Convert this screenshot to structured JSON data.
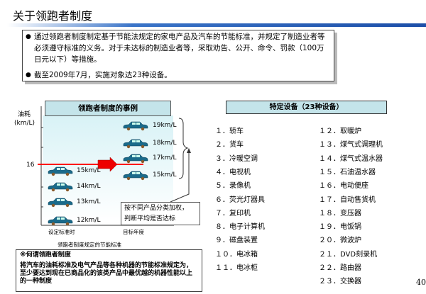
{
  "title": "关于领跑者制度",
  "summary": {
    "bullets": [
      "通过领跑者制度制定基于节能法规定的家电产品及汽车的节能标准，并规定了制造业者等必须遵守标准的义务。对于未达标的制造业者等，采取劝告、公开、命令、罚款（100万日元以下）等措施。",
      "截至2009年7月，实施对象达23种设备。"
    ]
  },
  "example": {
    "title": "领跑者制度的事例",
    "y_label": "油耗",
    "y_unit": "(km/L)",
    "standard_value": "16",
    "before_cars": [
      "15km/L",
      "14km/L",
      "13km/L",
      "12km/L"
    ],
    "target_cars": [
      "19km/L",
      "18km/L",
      "17km/L",
      "15km/L"
    ],
    "callout": [
      "按不同产品分类加权，",
      "判断平均是否达标"
    ],
    "x_labels": [
      "设定标准时",
      "目标年度"
    ],
    "caption": "领跑者制度规定的节能标准",
    "colors": {
      "line": "#ff0000",
      "car": "#1a6a8a"
    }
  },
  "definition": {
    "title": "※何谓领跑者制度",
    "text": "将汽车的油耗标准及电气产品等各种机器的节能标准规定为，至少要达到现在已商品化的该类产品中最优越的机器性能以上的一种制度"
  },
  "equipment": {
    "title": "特定设备（23种设备）",
    "left": [
      "１．轿车",
      "２．货车",
      "３．冷暖空调",
      "４．电视机",
      "５．录像机",
      "６．荧光灯器具",
      "７．复印机",
      "８．电子计算机",
      "９．磁盘装置",
      "１０．电冰箱",
      "１１．电冰柜"
    ],
    "right": [
      "１２．取暖炉",
      "１３．煤气式调理机",
      "１４．煤气式温水器",
      "１５．石油温水器",
      "１６．电动便座",
      "１７．自动售货机",
      "１８．变压器",
      "１９．电饭锅",
      "２０．微波炉",
      "２１．DVD刻录机",
      "２２．路由器",
      "２３．交换器"
    ]
  },
  "page_number": "40"
}
